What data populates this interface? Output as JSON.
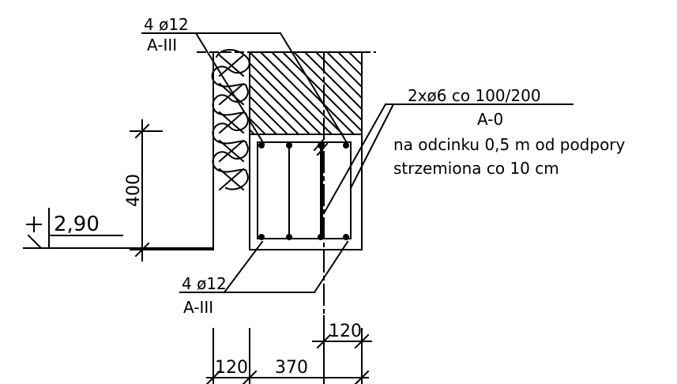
{
  "labels": {
    "top_bars": {
      "count": "4 ø12",
      "steel": "A-III"
    },
    "stirrups": {
      "spec": "2xø6 co 100/200",
      "steel": "A-0"
    },
    "note": {
      "line1": "na odcinku 0,5 m od podpory",
      "line2": "strzemiona co 10 cm"
    },
    "bottom_bars": {
      "count": "4 ø12",
      "steel": "A-III"
    }
  },
  "dimensions": {
    "height": "400",
    "level": "2,90",
    "dim_a": "120",
    "dim_b": "370",
    "dim_c": "120"
  },
  "colors": {
    "line": "#000000",
    "background": "#ffffff"
  }
}
